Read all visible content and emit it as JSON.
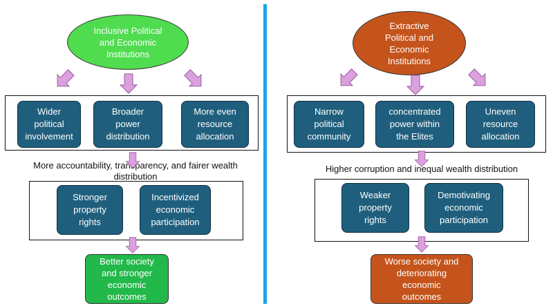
{
  "left": {
    "top": [
      "Inclusive Political",
      "and Economic",
      "Institutions"
    ],
    "tier1": [
      [
        "Wider",
        "political",
        "involvement"
      ],
      [
        "Broader",
        "power",
        "distribution"
      ],
      [
        "More even",
        "resource",
        "allocation"
      ]
    ],
    "caption": [
      "More accountability, transparency, and fairer wealth",
      "distribution"
    ],
    "tier2": [
      [
        "Stronger",
        "property",
        "rights"
      ],
      [
        "Incentivized",
        "economic",
        "participation"
      ]
    ],
    "outcome": [
      "Better society",
      "and stronger",
      "economic",
      "outcomes"
    ]
  },
  "right": {
    "top": [
      "Extractive",
      "Political and",
      "Economic",
      "Institutions"
    ],
    "tier1": [
      [
        "Narrow",
        "political",
        "community"
      ],
      [
        "concentrated",
        "power within",
        "the Elites"
      ],
      [
        "Uneven",
        "resource",
        "allocation"
      ]
    ],
    "caption": [
      "Higher corruption and inequal wealth distribution"
    ],
    "tier2": [
      [
        "Weaker",
        "property",
        "rights"
      ],
      [
        "Demotivating",
        "economic",
        "participation"
      ]
    ],
    "outcome": [
      "Worse society and",
      "deteriorating",
      "economic",
      "outcomes"
    ]
  },
  "colors": {
    "box": "#1f5f7d",
    "arrow": "#dba0de",
    "divider": "#1aa3e8",
    "green": "#4fdc4f",
    "orange": "#c4541b"
  }
}
